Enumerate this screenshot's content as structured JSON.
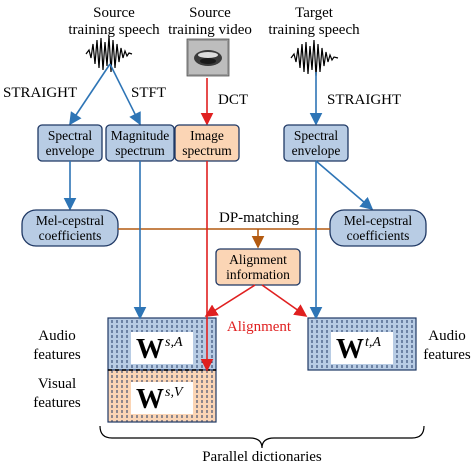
{
  "inputs": {
    "source_speech": [
      "Source",
      "training speech"
    ],
    "source_video": [
      "Source",
      "training video"
    ],
    "target_speech": [
      "Target",
      "training speech"
    ]
  },
  "edges": {
    "straight_left": "STRAIGHT",
    "stft": "STFT",
    "dct": "DCT",
    "straight_right": "STRAIGHT",
    "dp_matching": "DP-matching",
    "alignment": "Alignment"
  },
  "boxes": {
    "spectral_envelope_src": [
      "Spectral",
      "envelope"
    ],
    "magnitude_spectrum": [
      "Magnitude",
      "spectrum"
    ],
    "image_spectrum": [
      "Image",
      "spectrum"
    ],
    "spectral_envelope_tgt": [
      "Spectral",
      "envelope"
    ],
    "mel_cepstral_src": [
      "Mel-cepstral",
      "coefficients"
    ],
    "mel_cepstral_tgt": [
      "Mel-cepstral",
      "coefficients"
    ],
    "alignment_info": [
      "Alignment",
      "information"
    ]
  },
  "dictionaries": {
    "audio_label_left": [
      "Audio",
      "features"
    ],
    "visual_label_left": [
      "Visual",
      "features"
    ],
    "audio_label_right": [
      "Audio",
      "features"
    ],
    "w_source_audio": {
      "base": "W",
      "sup": "s,A"
    },
    "w_source_visual": {
      "base": "W",
      "sup": "s,V"
    },
    "w_target_audio": {
      "base": "W",
      "sup": "t,A"
    },
    "caption": "Parallel dictionaries"
  },
  "colors": {
    "blue_box": "#b8cce4",
    "orange_box": "#fbd5b5",
    "blue_arrow": "#2e75b6",
    "red_arrow": "#e02020",
    "brown_arrow": "#b35a10"
  }
}
